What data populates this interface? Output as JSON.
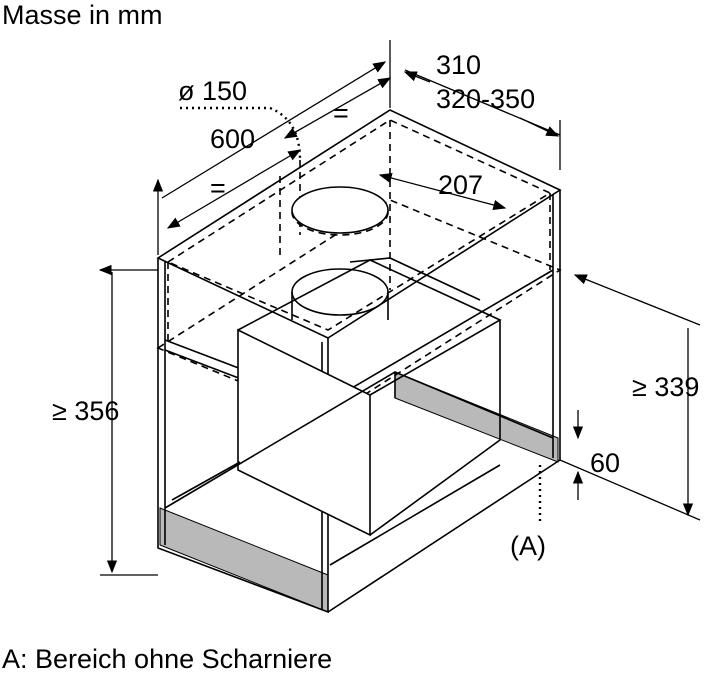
{
  "title": "Masse in mm",
  "dimensions": {
    "diameter": "ø 150",
    "width": "600",
    "equal_left": "=",
    "equal_right": "=",
    "depth_min": "310",
    "depth_range": "320-350",
    "offset": "207",
    "height_left": "≥ 356",
    "height_right": "≥ 339",
    "strip": "60"
  },
  "marker": "(A)",
  "legend": "A: Bereich ohne Scharniere",
  "colors": {
    "line": "#000000",
    "strip": "#b9b9b9"
  }
}
